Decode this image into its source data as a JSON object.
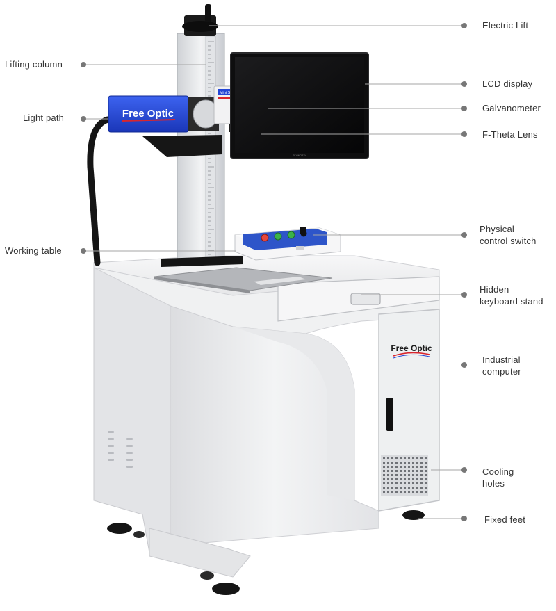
{
  "brand": {
    "head_logo": "Free Optic",
    "cabinet_logo": "Free Optic",
    "scanner_badge": "Mini Scanner",
    "monitor_brand": "SKYWORTH"
  },
  "callouts": {
    "electric_lift": "Electric Lift",
    "lifting_column": "Lifting column",
    "lcd_display": "LCD display",
    "galvanometer": "Galvanometer",
    "light_path": "Light path",
    "f_theta_lens": "F-Theta Lens",
    "physical_control_switch": [
      "Physical",
      "control switch"
    ],
    "working_table": "Working table",
    "hidden_keyboard_stand": [
      "Hidden",
      "keyboard stand"
    ],
    "industrial_computer": [
      "Industrial",
      "computer"
    ],
    "cooling_holes": [
      "Cooling",
      "holes"
    ],
    "fixed_feet": "Fixed feet"
  },
  "colors": {
    "leader": "#a6a6a6",
    "dot": "#777777",
    "cabinet": "#eeeff0",
    "laser_head": "#2446d6",
    "logo_stripe": "#d8262e"
  }
}
